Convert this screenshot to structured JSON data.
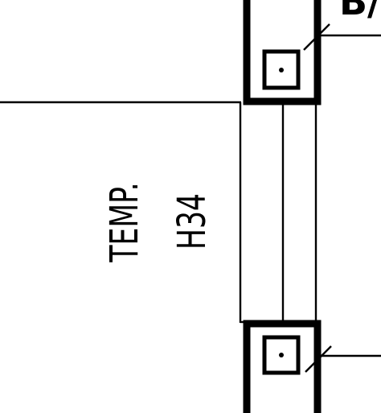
{
  "drawing": {
    "labels": {
      "top_right_fragment": "B/",
      "line1": "TEMP.",
      "line2": "H34"
    },
    "colors": {
      "ink": "#000000",
      "paper": "#ffffff"
    }
  }
}
